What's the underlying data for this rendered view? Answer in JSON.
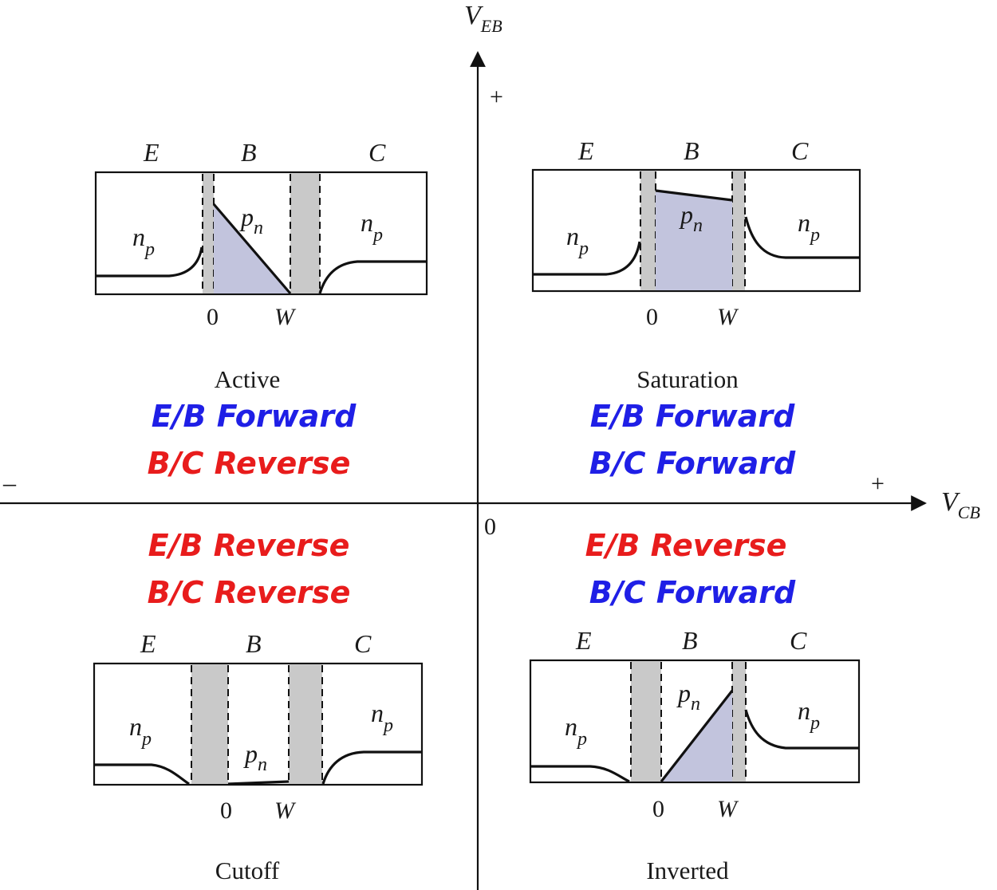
{
  "axes": {
    "vertical_label_main": "V",
    "vertical_label_sub": "EB",
    "horizontal_label_main": "V",
    "horizontal_label_sub": "CB",
    "plus_top": "+",
    "plus_right": "+",
    "minus_left": "–",
    "origin": "0"
  },
  "regions": {
    "emitter": "E",
    "base": "B",
    "collector": "C"
  },
  "carriers": {
    "np_main": "n",
    "np_sub": "p",
    "pn_main": "p",
    "pn_sub": "n"
  },
  "ticks": {
    "zero": "0",
    "w": "W"
  },
  "quadrants": {
    "active": {
      "title": "Active",
      "line1": "E/B Forward",
      "line2": "B/C Reverse",
      "line1_color": "#1f1fe6",
      "line2_color": "#e81c1c"
    },
    "saturation": {
      "title": "Saturation",
      "line1": "E/B Forward",
      "line2": "B/C Forward",
      "line1_color": "#1f1fe6",
      "line2_color": "#1f1fe6"
    },
    "cutoff": {
      "title": "Cutoff",
      "line1": "E/B Reverse",
      "line2": "B/C Reverse",
      "line1_color": "#e81c1c",
      "line2_color": "#e81c1c"
    },
    "inverted": {
      "title": "Inverted",
      "line1": "E/B Reverse",
      "line2": "B/C Forward",
      "line1_color": "#e81c1c",
      "line2_color": "#1f1fe6"
    }
  },
  "colors": {
    "forward": "#1f1fe6",
    "reverse": "#e81c1c",
    "shaded_base": "#c2c4dd",
    "depletion": "#c9c9c9"
  }
}
